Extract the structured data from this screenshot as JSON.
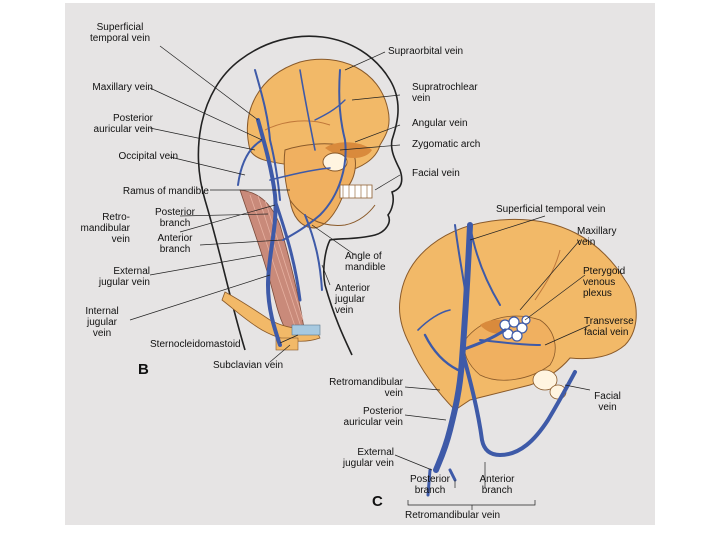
{
  "figure_b": {
    "panel_label": "B",
    "labels": {
      "superficial_temporal_vein": "Superficial\ntemporal vein",
      "maxillary_vein": "Maxillary vein",
      "posterior_auricular_vein": "Posterior\nauricular vein",
      "occipital_vein": "Occipital vein",
      "ramus_of_mandible": "Ramus of mandible",
      "retromandibular_vein": "Retro-\nmandibular\nvein",
      "posterior_branch": "Posterior\nbranch",
      "anterior_branch": "Anterior\nbranch",
      "external_jugular_vein": "External\njugular vein",
      "internal_jugular_vein": "Internal\njugular\nvein",
      "sternocleidomastoid": "Sternocleidomastoid",
      "subclavian_vein": "Subclavian vein",
      "supraorbital_vein": "Supraorbital vein",
      "supratrochlear_vein": "Supratrochlear\nvein",
      "angular_vein": "Angular vein",
      "zygomatic_arch": "Zygomatic arch",
      "facial_vein": "Facial vein",
      "angle_of_mandible": "Angle of\nmandible",
      "anterior_jugular_vein": "Anterior\njugular\nvein"
    }
  },
  "figure_c": {
    "panel_label": "C",
    "labels": {
      "superficial_temporal_vein": "Superficial temporal vein",
      "maxillary_vein": "Maxillary\nvein",
      "pterygoid_venous_plexus": "Pterygoid\nvenous\nplexus",
      "transverse_facial_vein": "Transverse\nfacial vein",
      "facial_vein": "Facial\nvein",
      "retromandibular_vein": "Retromandibular\nvein",
      "posterior_auricular_vein": "Posterior\nauricular vein",
      "external_jugular_vein": "External\njugular vein",
      "posterior_branch": "Posterior\nbranch",
      "anterior_branch": "Anterior\nbranch",
      "retromandibular_vein_bracket": "Retromandibular vein"
    }
  },
  "colors": {
    "background": "#e6e4e4",
    "bone": "#f2b968",
    "bone_shadow": "#d98a3c",
    "muscle": "#c98a7a",
    "vein": "#3e5aa8",
    "outline": "#222222"
  }
}
